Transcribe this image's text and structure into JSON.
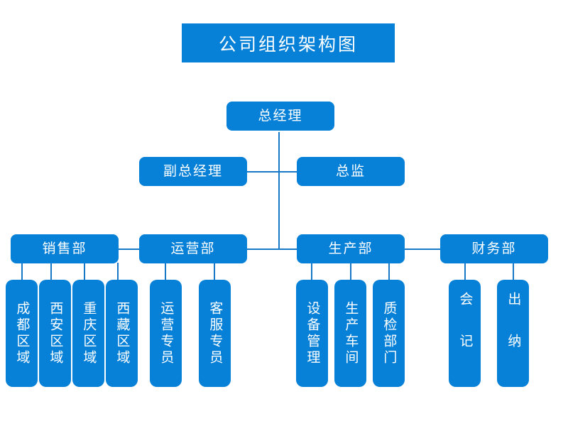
{
  "title": {
    "text": "公司组织架构图"
  },
  "theme": {
    "box_color": "#0781d8",
    "line_color": "#1878c8",
    "text_color": "#ffffff",
    "background": "#ffffff"
  },
  "levels": {
    "level1": [
      {
        "label": "总经理"
      }
    ],
    "level2": [
      {
        "label": "副总经理"
      },
      {
        "label": "总监"
      }
    ],
    "departments": [
      {
        "label": "销售部"
      },
      {
        "label": "运营部"
      },
      {
        "label": "生产部"
      },
      {
        "label": "财务部"
      }
    ],
    "units": {
      "sales": [
        {
          "label": "成都区域"
        },
        {
          "label": "西安区域"
        },
        {
          "label": "重庆区域"
        },
        {
          "label": "西藏区域"
        }
      ],
      "operations": [
        {
          "label": "运营专员"
        },
        {
          "label": "客服专员"
        }
      ],
      "production": [
        {
          "label": "设备管理"
        },
        {
          "label": "生产车间"
        },
        {
          "label": "质检部门"
        }
      ],
      "finance": [
        {
          "label": "会记"
        },
        {
          "label": "出纳"
        }
      ]
    }
  }
}
